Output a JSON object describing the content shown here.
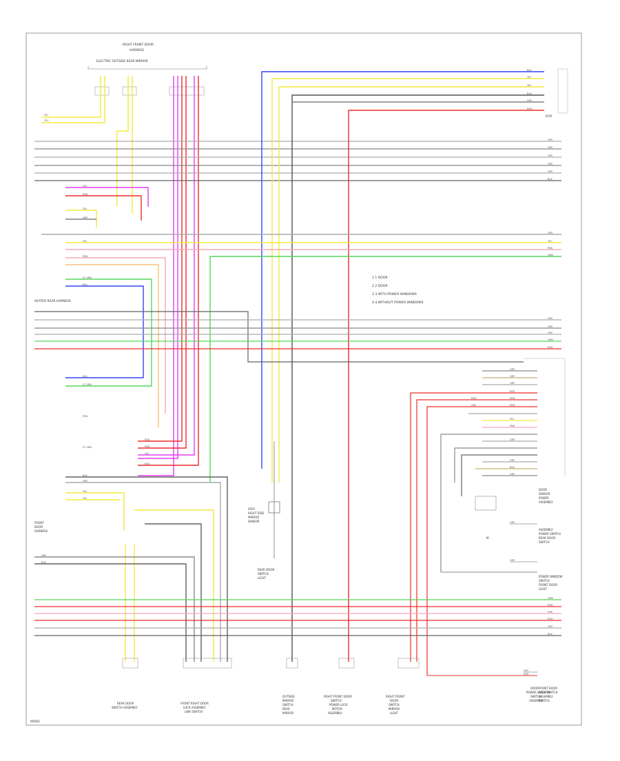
{
  "diagram": {
    "top_connector": {
      "title": [
        "RIGHT FRONT DOOR",
        "HARNESS",
        "ELECTRIC OUTSIDE REAR MIRROR"
      ]
    },
    "top_right_connector": {
      "label": "ECM"
    },
    "mid_harness_label": "HEATER REAR HARNESS",
    "legend_notes": [
      "1 1 DOOR",
      "2 2 DOOR",
      "3 3 WITH POWER WINDOWS",
      "4 4 WITHOUT POWER WINDOWS"
    ],
    "center_component": {
      "lines": [
        "ASSY",
        "RIGHT SIDE",
        "MIRROR",
        "SENSOR"
      ],
      "lower": [
        "REAR DOOR",
        "SWITCH",
        "LIGHT"
      ]
    },
    "right_components": [
      [
        "DOOR",
        "SENSOR",
        "POWER",
        "ASSEMBLY"
      ],
      [
        "ASSEMBLY",
        "POWER SWITCH",
        "REAR DOOR",
        "SWITCH"
      ],
      [
        "POWER WINDOW",
        "SWITCH",
        "FRONT DOOR",
        "LIGHT"
      ],
      [
        "FRONT DOOR",
        "LOCK SWITCH",
        "ASSEMBLY",
        "SWITCH"
      ]
    ],
    "left_bottom_label": [
      "FRONT",
      "DOOR",
      "HARNESS"
    ],
    "bottom_components": [
      [
        "REAR DOOR",
        "SWITCH ASSEMBLY"
      ],
      [
        "FRONT RIGHT DOOR",
        "LOCK ASSEMBLY",
        "LINK SWITCH"
      ],
      [
        "OUTSIDE",
        "MIRROR",
        "SWITCH",
        "REAR",
        "MIRROR"
      ],
      [
        "RIGHT FRONT DOOR",
        "SWITCH",
        "POWER LOCK",
        "MOTOR",
        "ASSEMBLY"
      ],
      [
        "RIGHT FRONT",
        "DOOR",
        "SWITCH",
        "MIRROR",
        "LIGHT"
      ]
    ],
    "bottom_right_label": [
      "DOOR",
      "POWER WINDOW",
      "SWITCH",
      "ASSEMBLY"
    ],
    "page_id": "W0001",
    "wire_color_codes": {
      "yellow": "YEL",
      "gray": "GRY",
      "red": "RED",
      "pink": "PNK",
      "violet": "VIO",
      "green": "GRN",
      "lt_green": "LT GRN",
      "blue": "BLU",
      "black": "BLK",
      "white": "WHT"
    },
    "colors": {
      "yellow": "#f2ea3c",
      "gray": "#9a9a9a",
      "dark": "#505050",
      "red": "#ee2a2a",
      "pink": "#f7a8b8",
      "violet": "#e23cf0",
      "green": "#55d55a",
      "blue": "#3344ee",
      "orange": "#f5c078",
      "frame": "#999999"
    }
  }
}
